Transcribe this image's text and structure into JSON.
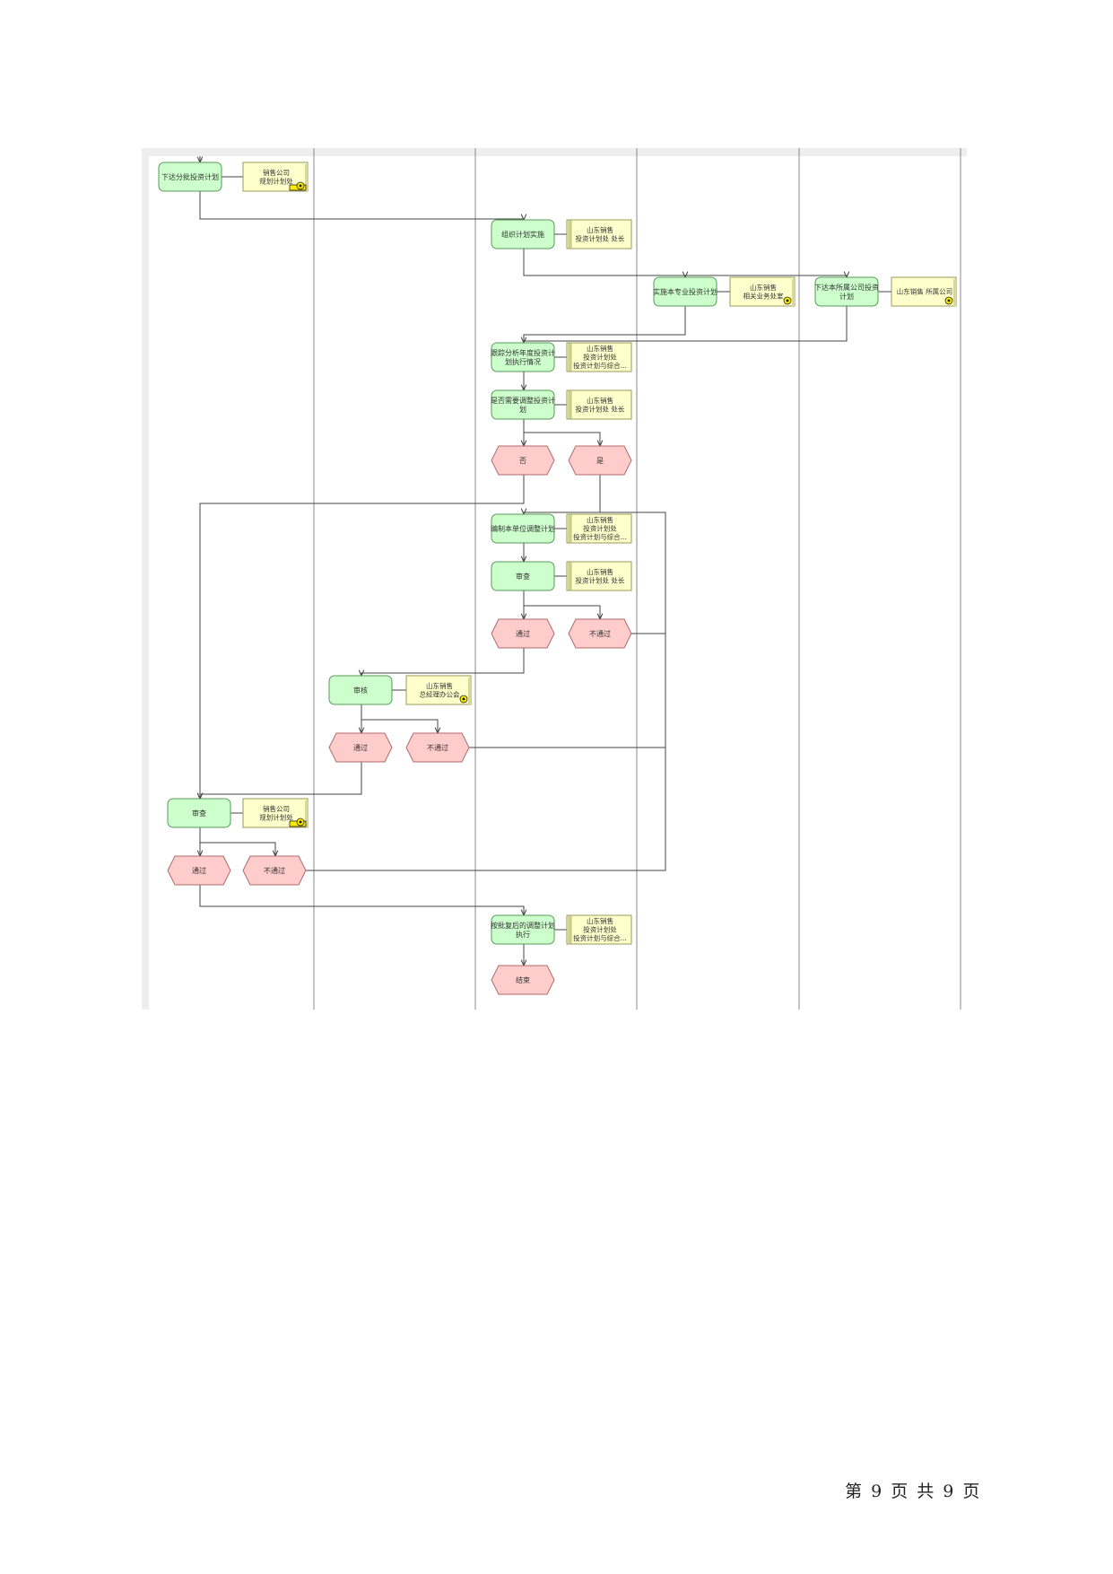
{
  "footer": {
    "parts": [
      "第",
      "9",
      "页",
      "共",
      "9",
      "页"
    ]
  },
  "diagram": {
    "lanes": 5,
    "functions": [
      {
        "id": "f1",
        "label": "下达分批投资计划"
      },
      {
        "id": "f2",
        "label": "组织计划实施"
      },
      {
        "id": "f3",
        "label": "实施本专业投资计划"
      },
      {
        "id": "f4",
        "label": "下达本所属公司投资计划"
      },
      {
        "id": "f5",
        "label": "跟踪分析年度投资计划执行情况"
      },
      {
        "id": "f6",
        "label": "是否需要调整投资计划"
      },
      {
        "id": "f7",
        "label": "编制本单位调整计划"
      },
      {
        "id": "f8",
        "label": "审查"
      },
      {
        "id": "f9",
        "label": "审核"
      },
      {
        "id": "f10",
        "label": "审查"
      },
      {
        "id": "f11",
        "label": "按批复后的调整计划执行"
      }
    ],
    "roles": [
      {
        "id": "r1",
        "lines": [
          "销售公司",
          "规划计划处"
        ]
      },
      {
        "id": "r2",
        "lines": [
          "山东销售",
          "投资计划处 处长"
        ]
      },
      {
        "id": "r3",
        "lines": [
          "山东销售",
          "相关业务处室"
        ]
      },
      {
        "id": "r4",
        "lines": [
          "山东销售 所属公司"
        ]
      },
      {
        "id": "r5",
        "lines": [
          "山东销售",
          "投资计划处",
          "投资计划与综合..."
        ]
      },
      {
        "id": "r6",
        "lines": [
          "山东销售",
          "投资计划处 处长"
        ]
      },
      {
        "id": "r7",
        "lines": [
          "山东销售",
          "投资计划处",
          "投资计划与综合..."
        ]
      },
      {
        "id": "r8",
        "lines": [
          "山东销售",
          "投资计划处 处长"
        ]
      },
      {
        "id": "r9",
        "lines": [
          "山东销售",
          "总经理办公会"
        ]
      },
      {
        "id": "r10",
        "lines": [
          "销售公司",
          "规划计划处"
        ]
      },
      {
        "id": "r11",
        "lines": [
          "山东销售",
          "投资计划处",
          "投资计划与综合..."
        ]
      }
    ],
    "events": [
      {
        "id": "e1",
        "label": "否"
      },
      {
        "id": "e2",
        "label": "是"
      },
      {
        "id": "e3",
        "label": "通过"
      },
      {
        "id": "e4",
        "label": "不通过"
      },
      {
        "id": "e5",
        "label": "通过"
      },
      {
        "id": "e6",
        "label": "不通过"
      },
      {
        "id": "e7",
        "label": "通过"
      },
      {
        "id": "e8",
        "label": "不通过"
      },
      {
        "id": "e9",
        "label": "结束"
      }
    ]
  },
  "colors": {
    "function_fill": "#ccffcc",
    "function_stroke": "#5a9a5a",
    "role_fill": "#ffffcc",
    "role_stroke": "#9a9a5a",
    "event_fill": "#ffcccc",
    "event_stroke": "#b06a6a",
    "line": "#444444",
    "lane_line": "#888888",
    "lane_header": "#eeeeee",
    "icon_yellow": "#ffee00"
  }
}
